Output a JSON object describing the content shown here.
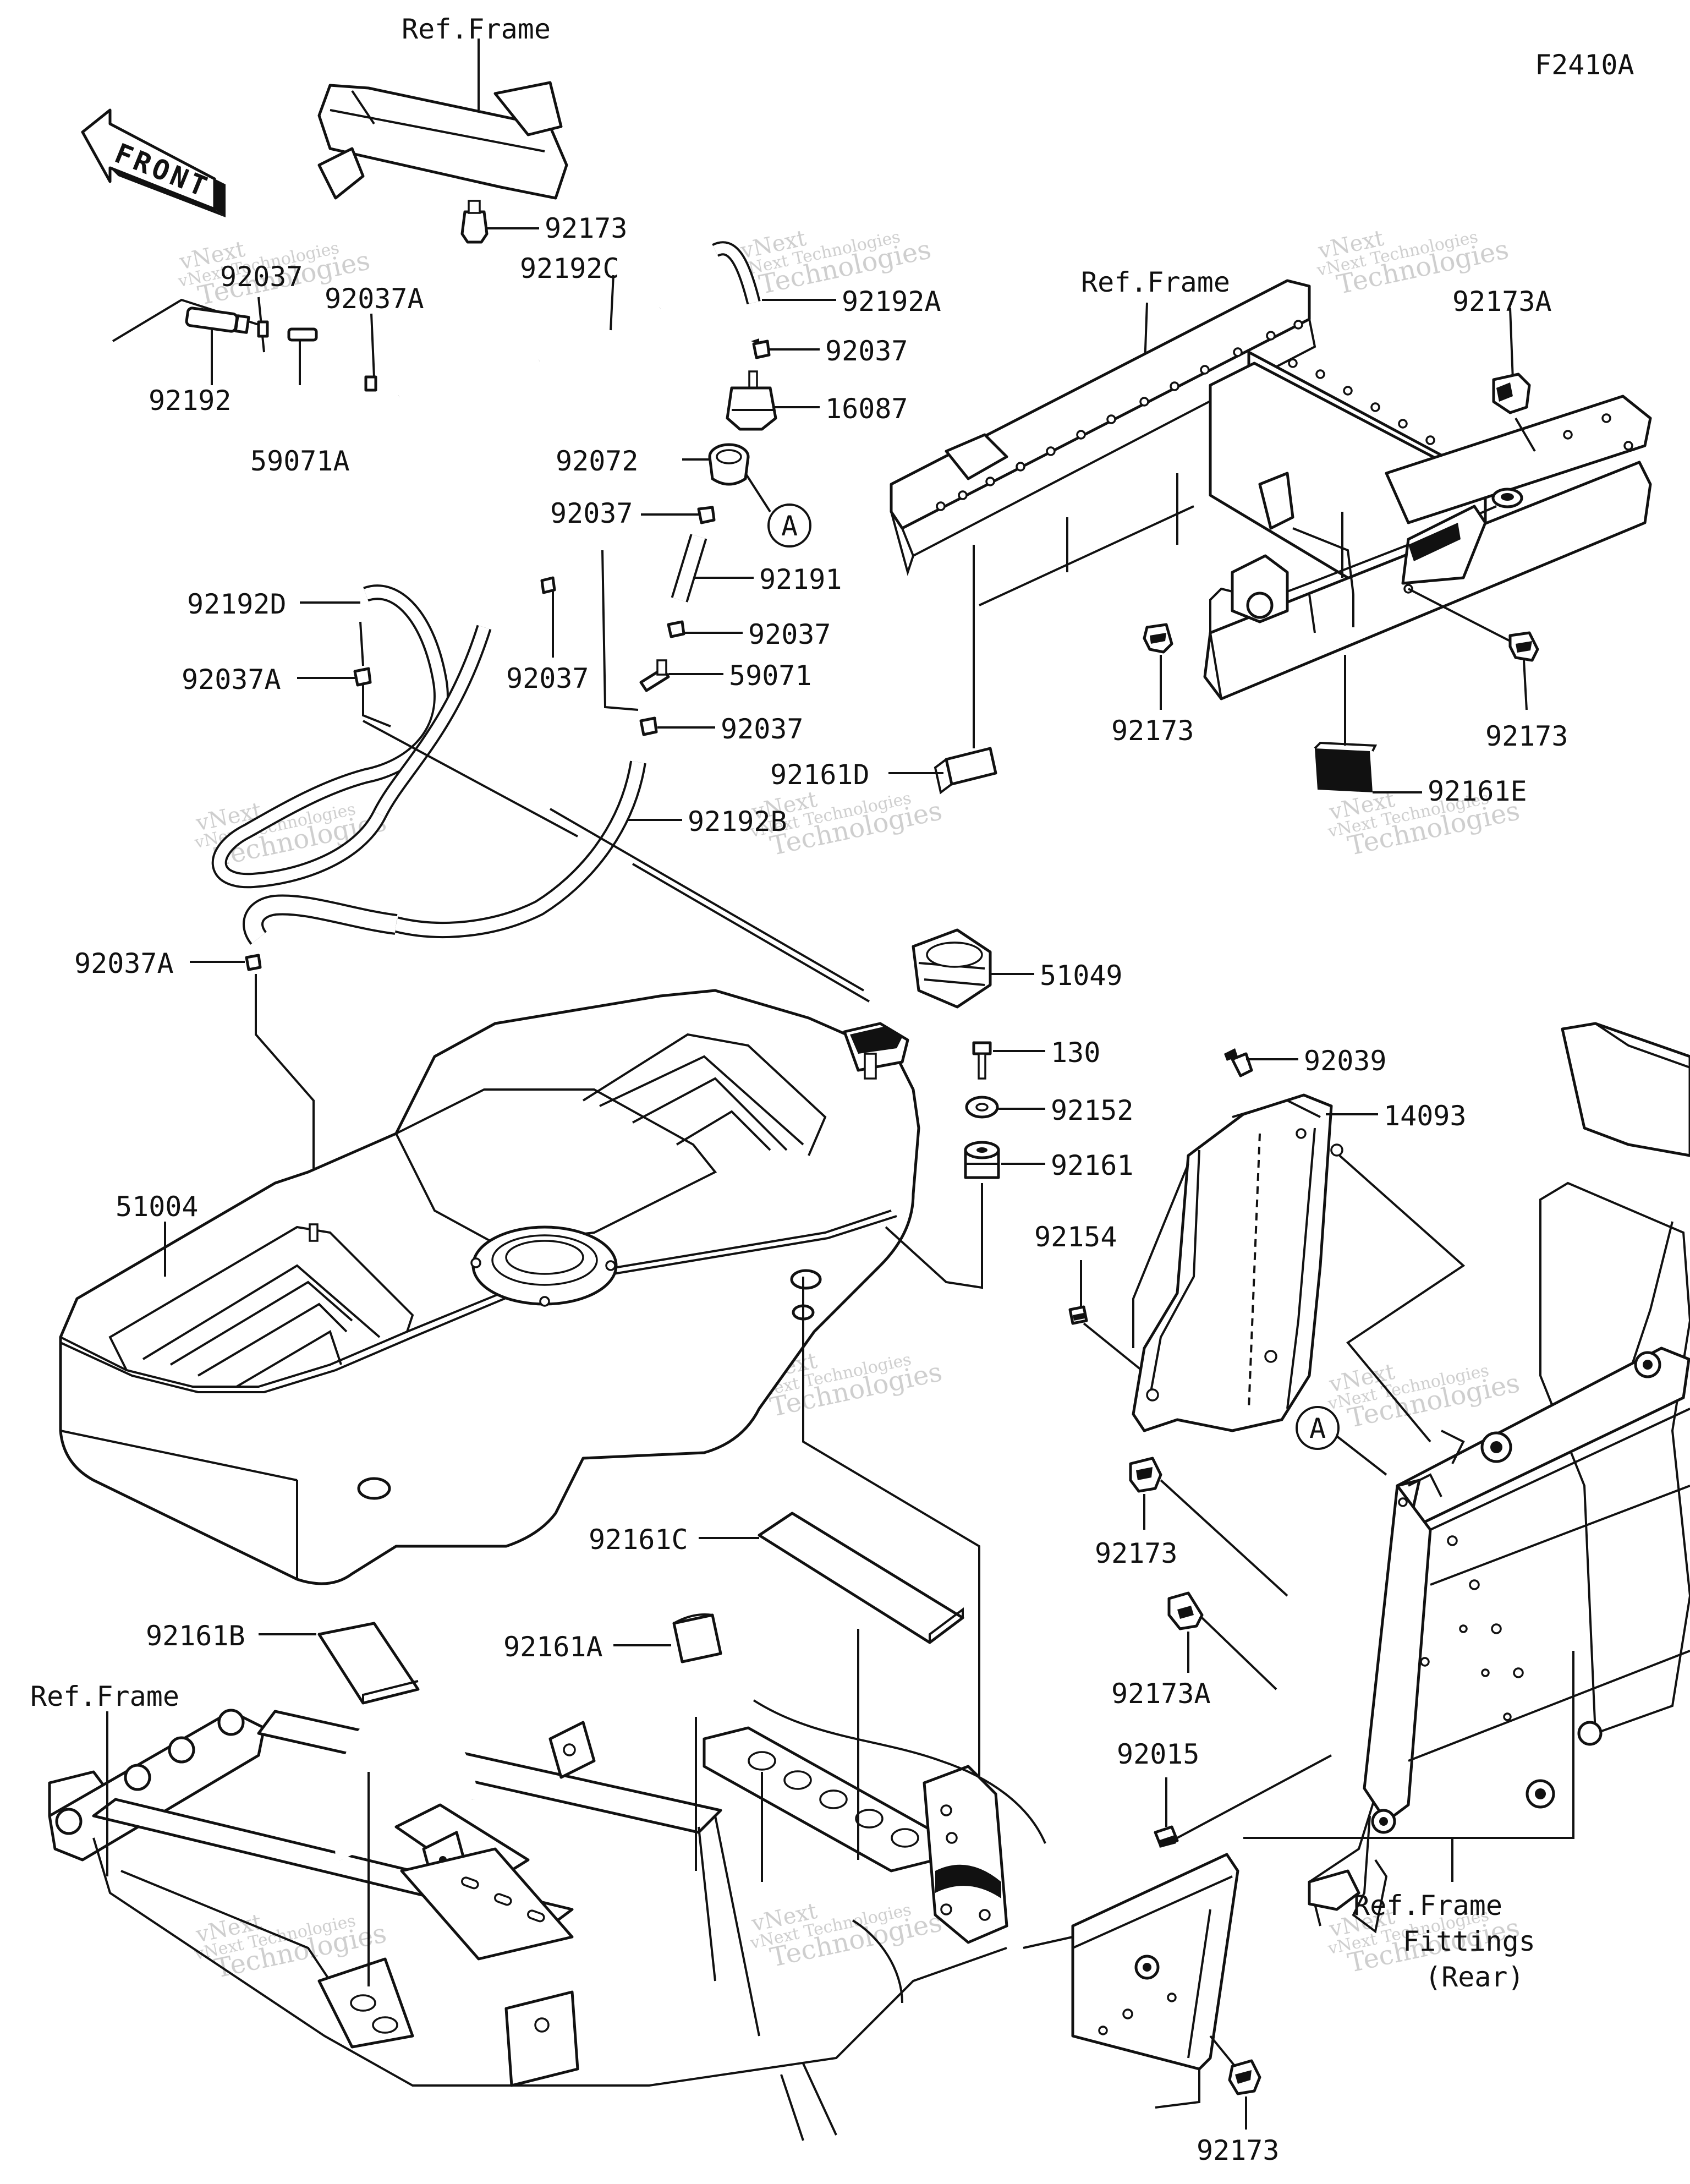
{
  "diagram_code": "F2410A",
  "front_arrow": {
    "text": "FRONT"
  },
  "ref_labels": {
    "top_frame": "Ref.Frame",
    "right_frame": "Ref.Frame",
    "bottom_frame": "Ref.Frame",
    "fittings_line1": "Ref.Frame",
    "fittings_line2": "Fittings",
    "fittings_line3": "(Rear)"
  },
  "reference_marker": "A",
  "part_labels": {
    "p92173_top": "92173",
    "p92037_topleft": "92037",
    "p92037A_topleft": "92037A",
    "p92192": "92192",
    "p59071A": "59071A",
    "p92192C": "92192C",
    "p92192A": "92192A",
    "p92037_a": "92037",
    "p16087": "16087",
    "p92072": "92072",
    "p92037_b": "92037",
    "p92191": "92191",
    "p92192D": "92192D",
    "p92037A_left": "92037A",
    "p92037_c": "92037",
    "p92037_d": "92037",
    "p59071": "59071",
    "p92037_e": "92037",
    "p92161D": "92161D",
    "p92192B": "92192B",
    "p92173A_right": "92173A",
    "p92173_right1": "92173",
    "p92173_right2": "92173",
    "p92161E": "92161E",
    "p92037A_tank": "92037A",
    "p51049": "51049",
    "p130": "130",
    "p92152": "92152",
    "p92161": "92161",
    "p92039": "92039",
    "p14093": "14093",
    "p51004": "51004",
    "p92154": "92154",
    "p92173_mid": "92173",
    "p92161C": "92161C",
    "p92161B": "92161B",
    "p92161A": "92161A",
    "p92173A_mid": "92173A",
    "p92015": "92015",
    "p92173_bottom": "92173"
  },
  "watermark": {
    "line1": "vNext Technologies",
    "line2": "Technologies",
    "line3": "vNext"
  }
}
